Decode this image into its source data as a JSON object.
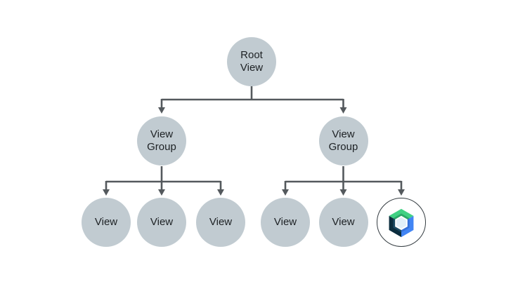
{
  "diagram": {
    "type": "tree",
    "description": "Android view hierarchy with a Jetpack Compose node embedded as a leaf",
    "colors": {
      "canvas_bg": "#ffffff",
      "node_fill": "#c1cbd1",
      "text_color": "#1d2124",
      "connector": "#54595d",
      "ring_border": "#343c41",
      "compose_green": "#40d183",
      "compose_green_dark": "#2aa967",
      "compose_blue": "#4285f4",
      "compose_blue_dark": "#3470d8",
      "compose_navy": "#0b2d3e",
      "compose_navy_light": "#1b4a63",
      "compose_center": "#e1eff9",
      "compose_center_stroke": "#ffffff"
    },
    "nodes": [
      {
        "id": "root-view",
        "label": "Root View"
      },
      {
        "id": "view-group-1",
        "label": "View Group"
      },
      {
        "id": "view-group-2",
        "label": "View Group"
      },
      {
        "id": "view-1",
        "label": "View"
      },
      {
        "id": "view-2",
        "label": "View"
      },
      {
        "id": "view-3",
        "label": "View"
      },
      {
        "id": "view-4",
        "label": "View"
      },
      {
        "id": "view-5",
        "label": "View"
      },
      {
        "id": "compose-node",
        "label": "",
        "icon": "jetpack-compose-logo"
      }
    ],
    "edges": [
      {
        "from": "root-view",
        "to": "view-group-1"
      },
      {
        "from": "root-view",
        "to": "view-group-2"
      },
      {
        "from": "view-group-1",
        "to": "view-1"
      },
      {
        "from": "view-group-1",
        "to": "view-2"
      },
      {
        "from": "view-group-1",
        "to": "view-3"
      },
      {
        "from": "view-group-2",
        "to": "view-4"
      },
      {
        "from": "view-group-2",
        "to": "view-5"
      },
      {
        "from": "view-group-2",
        "to": "compose-node"
      }
    ]
  }
}
